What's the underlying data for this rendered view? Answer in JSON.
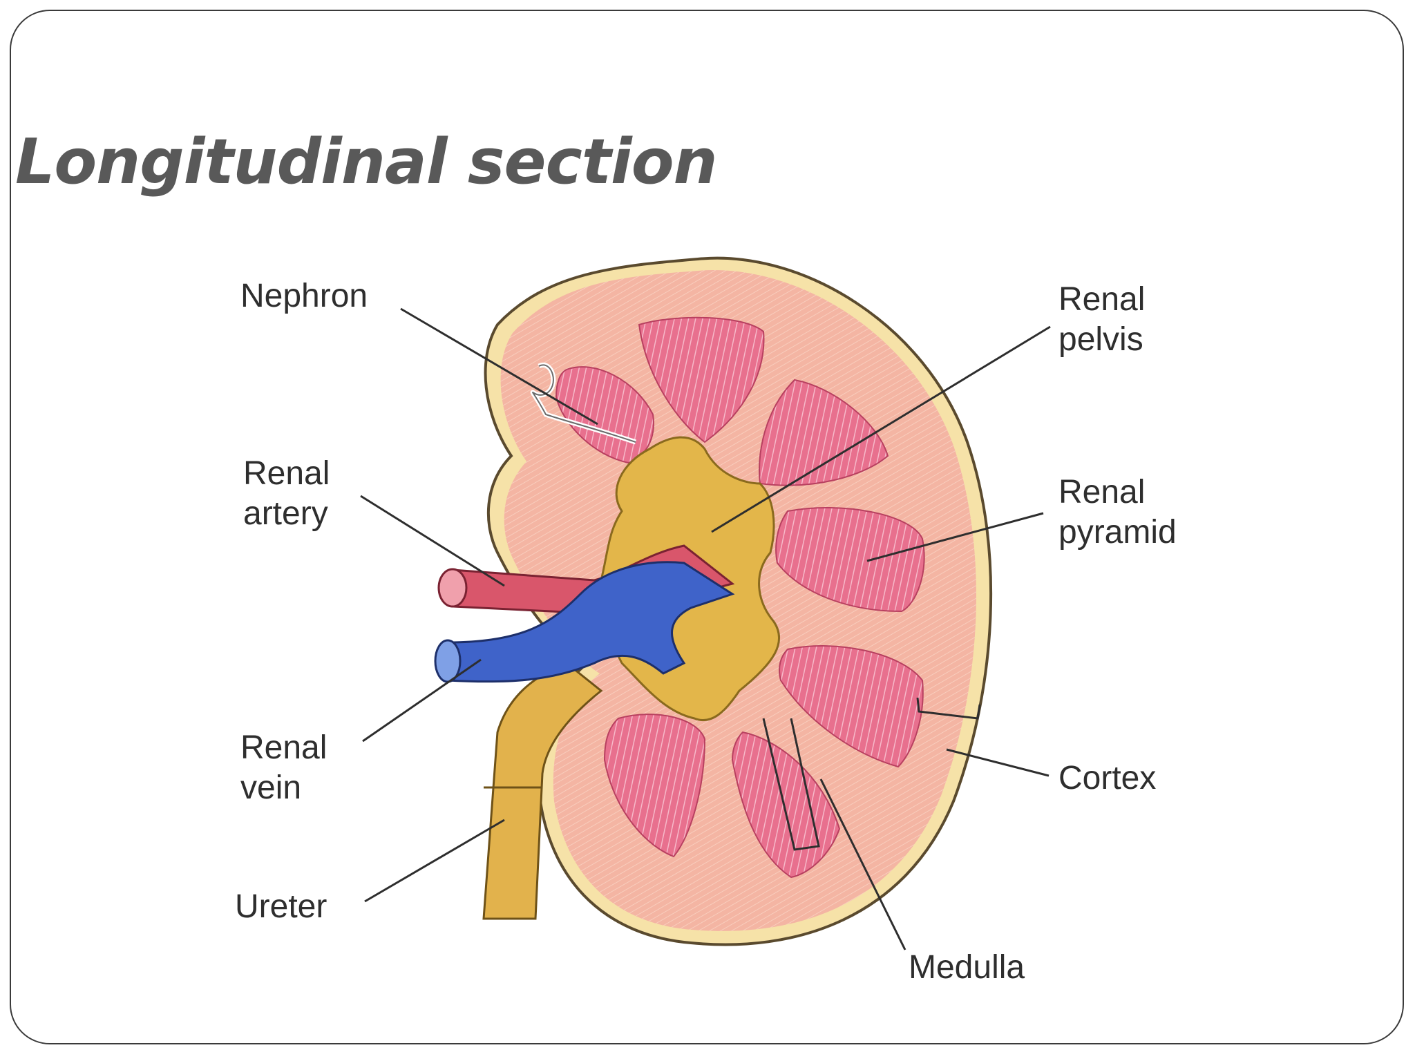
{
  "slide": {
    "title": "Longitudinal section"
  },
  "diagram": {
    "labels": {
      "nephron": "Nephron",
      "renal_artery": [
        "Renal",
        "artery"
      ],
      "renal_vein": [
        "Renal",
        "vein"
      ],
      "ureter": "Ureter",
      "renal_pelvis": [
        "Renal",
        "pelvis"
      ],
      "renal_pyramid": [
        "Renal",
        "pyramid"
      ],
      "cortex": "Cortex",
      "medulla": "Medulla"
    },
    "colors": {
      "cortex": "#f4b5a3",
      "pyramid": "#e8708e",
      "pelvis": "#e3b64a",
      "vein": "#3f63c9",
      "artery": "#d9566b",
      "ureter": "#e2b24c",
      "capsule": "#f6e2a8",
      "title": "#595959"
    }
  }
}
